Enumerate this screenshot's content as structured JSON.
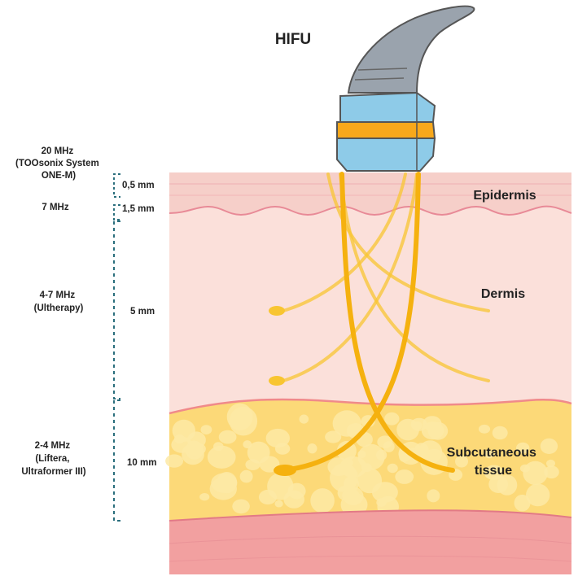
{
  "title": "HIFU",
  "colors": {
    "epidermis": "#f6cfc9",
    "epidermis_line": "#e88a97",
    "dermis": "#fbe0da",
    "dermis_line": "#f08a8a",
    "subcutaneous": "#fcd978",
    "fat_cell": "#fde9a4",
    "muscle": "#f2a0a0",
    "beam": "#f8c531",
    "beam_dark": "#f5b10f",
    "scale": "#2b6f7d",
    "probe_handle": "#9aa3ad",
    "probe_head": "#8ecbe8",
    "probe_band": "#f8a81b"
  },
  "frequencies": [
    {
      "lines": [
        "20 MHz",
        "(TOOsonix System",
        "ONE-M)"
      ]
    },
    {
      "lines": [
        "7 MHz"
      ]
    },
    {
      "lines": [
        "4-7 MHz",
        "(Ultherapy)"
      ]
    },
    {
      "lines": [
        "2-4 MHz",
        "(Liftera,",
        "Ultraformer III)"
      ]
    }
  ],
  "depths": [
    "0,5 mm",
    "1,5 mm",
    "5 mm",
    "10 mm"
  ],
  "layers": {
    "epidermis": "Epidermis",
    "dermis": "Dermis",
    "subcutaneous": [
      "Subcutaneous",
      "tissue"
    ]
  }
}
